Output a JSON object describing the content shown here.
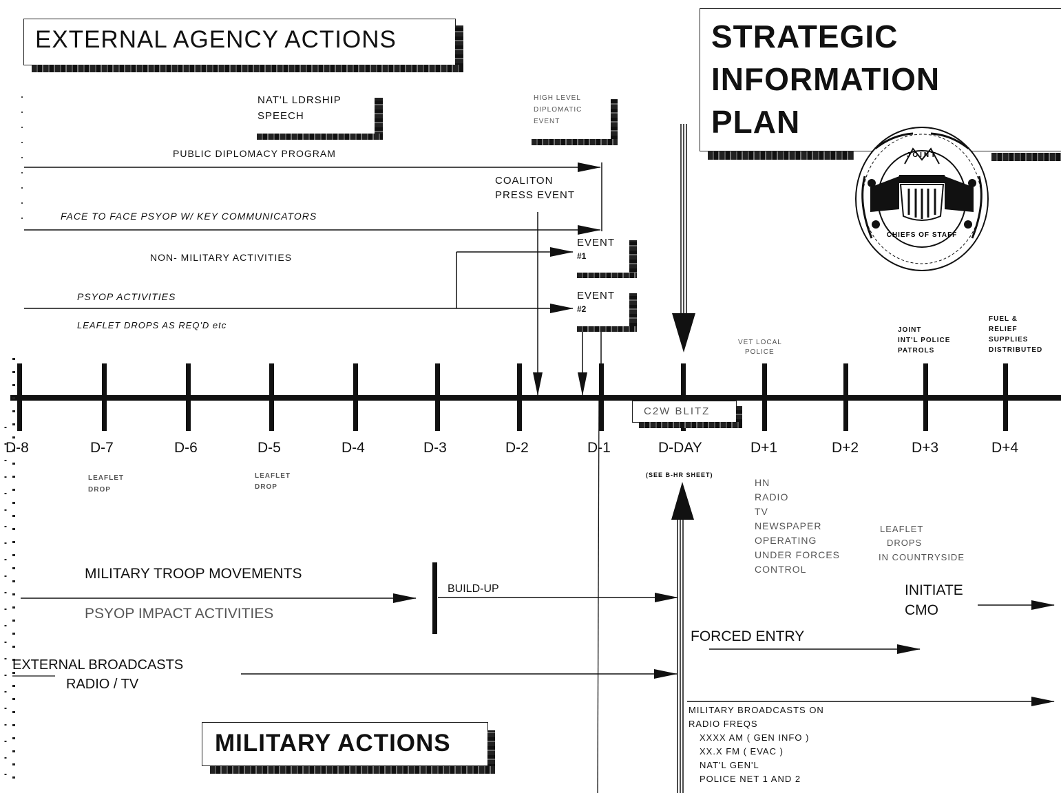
{
  "titles": {
    "external": "EXTERNAL AGENCY ACTIONS",
    "strategic": [
      "STRATEGIC",
      "INFORMATION",
      "PLAN"
    ],
    "military": "MILITARY ACTIONS"
  },
  "seal": {
    "top": "JOINT",
    "bottom": "CHIEFS OF STAFF"
  },
  "events": {
    "natl_speech": [
      "NAT'L LDRSHIP",
      "SPEECH"
    ],
    "diplomatic": [
      "HIGH LEVEL",
      "DIPLOMATIC",
      "EVENT"
    ],
    "coalition": [
      "COALITON",
      "PRESS EVENT"
    ],
    "event1": [
      "EVENT",
      "#1"
    ],
    "event2": [
      "EVENT",
      "#2"
    ]
  },
  "programs": {
    "public_diplomacy": "PUBLIC DIPLOMACY PROGRAM",
    "face_to_face": "FACE TO FACE PSYOP W/ KEY COMMUNICATORS",
    "non_military": "NON- MILITARY ACTIVITIES",
    "psyop": "PSYOP ACTIVITIES",
    "leaflet_drops": "LEAFLET DROPS AS REQ'D etc"
  },
  "top_notes": {
    "dp1": [
      "VET LOCAL",
      "POLICE"
    ],
    "dp3": [
      "JOINT",
      "INT'L POLICE",
      "PATROLS"
    ],
    "dp4": [
      "FUEL &",
      "RELIEF",
      "SUPPLIES",
      "DISTRIBUTED"
    ]
  },
  "c2w_blitz": "C2W BLITZ",
  "days": [
    "D-8",
    "D-7",
    "D-6",
    "D-5",
    "D-4",
    "D-3",
    "D-2",
    "D-1",
    "D-DAY",
    "D+1",
    "D+2",
    "D+3",
    "D+4"
  ],
  "below_notes": {
    "d7": [
      "LEAFLET",
      "DROP"
    ],
    "d5": [
      "LEAFLET",
      "DROP"
    ],
    "dday": "(SEE B-HR SHEET)",
    "dp1": [
      "HN",
      "RADIO",
      "TV",
      "NEWSPAPER",
      "OPERATING",
      "UNDER FORCES",
      "CONTROL"
    ],
    "dp2": [
      "LEAFLET",
      "DROPS",
      "IN COUNTRYSIDE"
    ]
  },
  "military": {
    "troop_movements": "MILITARY TROOP MOVEMENTS",
    "build_up": "BUILD-UP",
    "psyop_impact": "PSYOP IMPACT ACTIVITIES",
    "initiate_cmo": [
      "INITIATE",
      "CMO"
    ],
    "forced_entry": "FORCED ENTRY",
    "external_broadcasts": "EXTERNAL BROADCASTS",
    "radio_tv": "RADIO / TV",
    "broadcasts_block": [
      "MILITARY BROADCASTS ON",
      "RADIO FREQS",
      "XXXX AM ( GEN INFO )",
      "XX.X FM ( EVAC )",
      "NAT'L GEN'L",
      "POLICE NET 1 AND 2"
    ]
  }
}
